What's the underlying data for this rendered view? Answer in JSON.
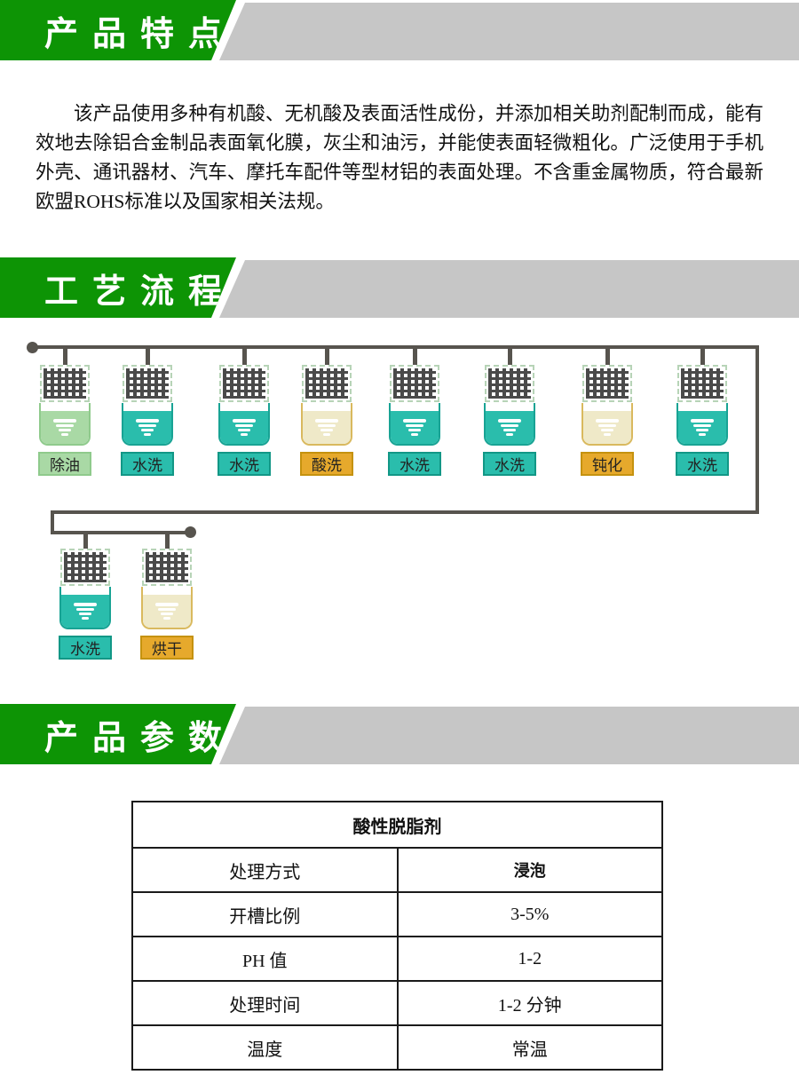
{
  "banners": {
    "features": "产品特点",
    "process": "工艺流程",
    "params": "产品参数"
  },
  "features": {
    "paragraph": "该产品使用多种有机酸、无机酸及表面活性成份，并添加相关助剂配制而成，能有效地去除铝合金制品表面氧化膜，灰尘和油污，并能使表面轻微粗化。广泛使用于手机外壳、通讯器材、汽车、摩托车配件等型材铝的表面处理。不含重金属物质，符合最新欧盟ROHS标准以及国家相关法规。"
  },
  "process": {
    "steps_row1": [
      {
        "label": "除油",
        "type": "green"
      },
      {
        "label": "水洗",
        "type": "teal"
      },
      {
        "label": "水洗",
        "type": "teal"
      },
      {
        "label": "酸洗",
        "type": "cream"
      },
      {
        "label": "水洗",
        "type": "teal"
      },
      {
        "label": "水洗",
        "type": "teal"
      },
      {
        "label": "钝化",
        "type": "cream"
      },
      {
        "label": "水洗",
        "type": "teal"
      }
    ],
    "steps_row2": [
      {
        "label": "水洗",
        "type": "teal"
      },
      {
        "label": "烘干",
        "type": "cream"
      }
    ]
  },
  "table": {
    "title": "酸性脱脂剂",
    "rows": [
      [
        "处理方式",
        "浸泡"
      ],
      [
        "开槽比例",
        "3-5%"
      ],
      [
        "PH 值",
        "1-2"
      ],
      [
        "处理时间",
        "1-2 分钟"
      ],
      [
        "温度",
        "常温"
      ]
    ]
  },
  "palette": {
    "banner_green": "#0d9405",
    "banner_gray": "#c6c6c6",
    "teal_fill": "#2abdac",
    "teal_border": "#18a394",
    "light_green_fill": "#a9d9a5",
    "cream_fill": "#efe9c8",
    "amber_label": "#e6a92c",
    "amber_border": "#c5920f",
    "line_gray": "#57544e",
    "basket_dark": "#4a4a4a"
  }
}
